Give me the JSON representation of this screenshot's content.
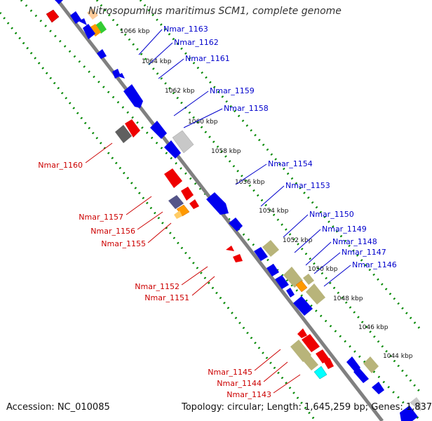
{
  "title": "Nitrosopumilus maritimus SCM1, complete genome",
  "accession": "Accession: NC_010085",
  "topology": "Topology: circular; Length: 1,645,259 bp; Genes: 1,837",
  "colors": {
    "backbone": "#808080",
    "forward_label": "#0000cc",
    "reverse_label": "#cc0000",
    "gene_blue": "#0000ee",
    "gene_red": "#ee0000",
    "gene_tan": "#b8b47a",
    "gene_orange": "#ff9900",
    "gene_gray": "#707070",
    "gene_lightgray": "#c8c8c8",
    "gene_purple": "#555588",
    "gene_cyan": "#00ffff",
    "gene_green": "#33cc33",
    "tick_green": "#008800"
  },
  "kbp_ticks": [
    "1066 kbp",
    "1064 kbp",
    "1062 kbp",
    "1060 kbp",
    "1058 kbp",
    "1056 kbp",
    "1054 kbp",
    "1052 kbp",
    "1050 kbp",
    "1048 kbp",
    "1046 kbp",
    "1044 kbp"
  ],
  "forward_genes": [
    "Nmar_1163",
    "Nmar_1162",
    "Nmar_1161",
    "Nmar_1159",
    "Nmar_1158",
    "Nmar_1154",
    "Nmar_1153",
    "Nmar_1150",
    "Nmar_1149",
    "Nmar_1148",
    "Nmar_1147",
    "Nmar_1146"
  ],
  "reverse_genes": [
    "Nmar_1160",
    "Nmar_1157",
    "Nmar_1156",
    "Nmar_1155",
    "Nmar_1152",
    "Nmar_1151",
    "Nmar_1145",
    "Nmar_1144",
    "Nmar_1143"
  ]
}
